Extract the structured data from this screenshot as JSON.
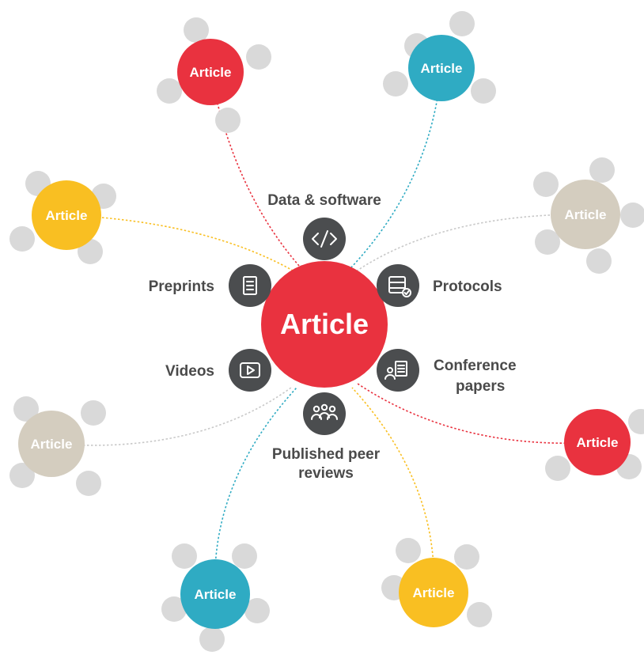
{
  "colors": {
    "red": "#e9323f",
    "teal": "#2fabc3",
    "yellow": "#f9bf22",
    "beige": "#d4cdbf",
    "satellite": "#d9d9d9",
    "icon_bg": "#4b4d4f",
    "label_text": "#4a4a4a"
  },
  "center": {
    "label": "Article",
    "color": "red"
  },
  "components": [
    {
      "id": "data-software",
      "label_lines": [
        "Data & software"
      ],
      "icon": "code-icon"
    },
    {
      "id": "preprints",
      "label_lines": [
        "Preprints"
      ],
      "icon": "document-icon"
    },
    {
      "id": "protocols",
      "label_lines": [
        "Protocols"
      ],
      "icon": "database-check-icon"
    },
    {
      "id": "videos",
      "label_lines": [
        "Videos"
      ],
      "icon": "play-icon"
    },
    {
      "id": "conference-papers",
      "label_lines": [
        "Conference",
        "papers"
      ],
      "icon": "presenter-icon"
    },
    {
      "id": "peer-reviews",
      "label_lines": [
        "Published peer",
        "reviews"
      ],
      "icon": "people-icon"
    }
  ],
  "outer_articles": [
    {
      "label": "Article",
      "color": "red"
    },
    {
      "label": "Article",
      "color": "teal"
    },
    {
      "label": "Article",
      "color": "yellow"
    },
    {
      "label": "Article",
      "color": "beige"
    },
    {
      "label": "Article",
      "color": "beige"
    },
    {
      "label": "Article",
      "color": "red"
    },
    {
      "label": "Article",
      "color": "teal"
    },
    {
      "label": "Article",
      "color": "yellow"
    }
  ]
}
